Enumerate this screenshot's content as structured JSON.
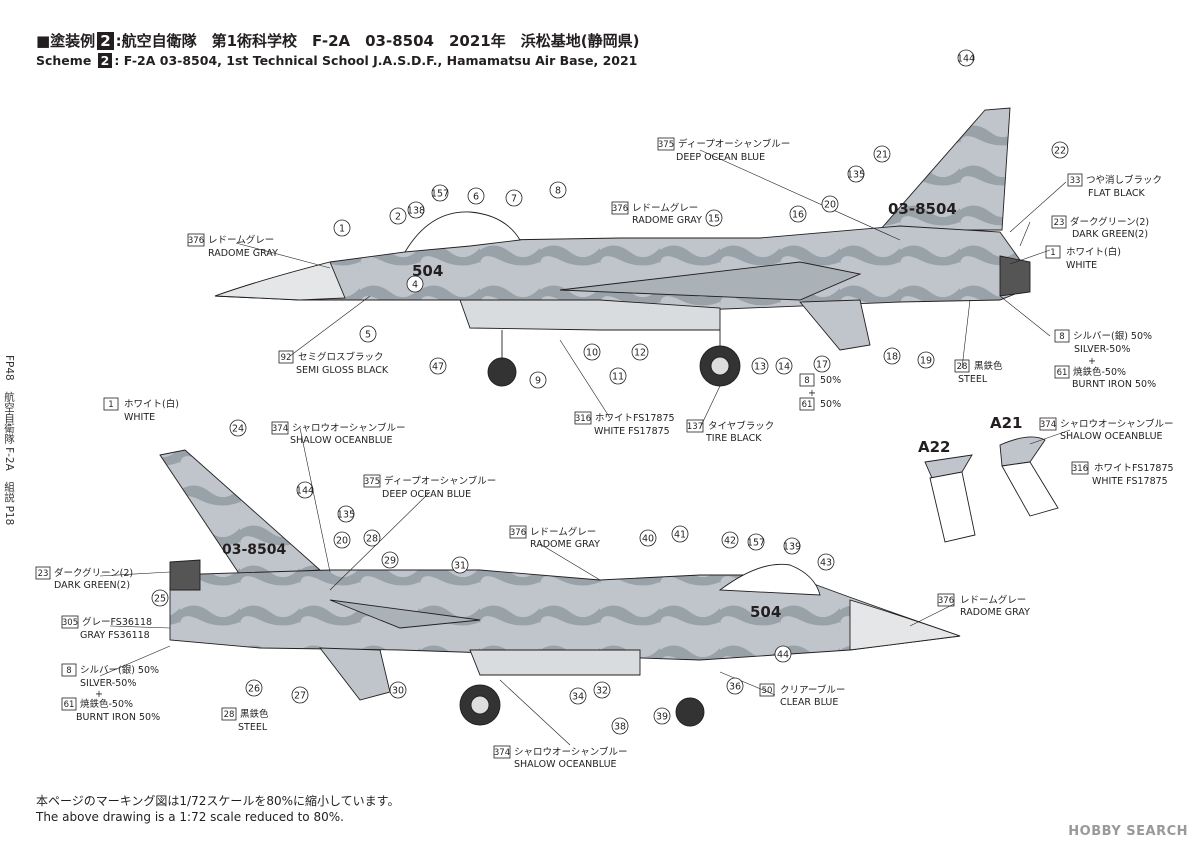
{
  "header": {
    "jp_prefix": "■塗装例",
    "scheme_num": "2",
    "jp_title": ":航空自衛隊　第1術科学校　F-2A　03-8504　2021年　浜松基地(静岡県)",
    "en_prefix": "Scheme",
    "en_title": ": F-2A 03-8504, 1st Technical School J.A.S.D.F., Hamamatsu Air Base, 2021"
  },
  "side_text": "FP48　航空自衛隊 F-2A　組説 P18",
  "footer": {
    "jp": "本ページのマーキング図は1/72スケールを80%に縮小しています。",
    "en": "The above drawing is a 1:72 scale reduced to 80%."
  },
  "brand": "HOBBY SEARCH",
  "aircraft": {
    "serial": "03-8504",
    "nose_number": "504"
  },
  "callouts": {
    "radome_gray": {
      "code": "376",
      "jp": "レドームグレー",
      "en": "RADOME GRAY"
    },
    "semi_gloss_black": {
      "code": "92",
      "jp": "セミグロスブラック",
      "en": "SEMI GLOSS BLACK"
    },
    "deep_ocean_blue": {
      "code": "375",
      "jp": "ディープオーシャンブルー",
      "en": "DEEP OCEAN BLUE"
    },
    "flat_black": {
      "code": "33",
      "jp": "つや消しブラック",
      "en": "FLAT BLACK"
    },
    "dark_green": {
      "code": "23",
      "jp": "ダークグリーン(2)",
      "en": "DARK GREEN(2)"
    },
    "white": {
      "code": "1",
      "jp": "ホワイト(白)",
      "en": "WHITE"
    },
    "white_fs": {
      "code": "316",
      "jp": "ホワイトFS17875",
      "en": "WHITE FS17875"
    },
    "tire_black": {
      "code": "137",
      "jp": "タイヤブラック",
      "en": "TIRE BLACK"
    },
    "steel": {
      "code": "28",
      "jp": "黒鉄色",
      "en": "STEEL"
    },
    "silver": {
      "code": "8",
      "jp": "シルバー(銀) 50%",
      "en": "SILVER-50%"
    },
    "burnt_iron": {
      "code": "61",
      "jp": "焼鉄色-50%",
      "en": "BURNT IRON 50%"
    },
    "shalow_ocean_blue": {
      "code": "374",
      "jp": "シャロウオーシャンブルー",
      "en": "SHALOW OCEANBLUE"
    },
    "gray_fs": {
      "code": "305",
      "jp": "グレーFS36118",
      "en": "GRAY FS36118"
    },
    "clear_blue": {
      "code": "50",
      "jp": "クリアーブルー",
      "en": "CLEAR BLUE"
    },
    "mix_pct_a": "50%",
    "mix_pct_b": "50%",
    "plus": "+"
  },
  "parts": {
    "a22": "A22",
    "a21": "A21"
  },
  "markers": {
    "top": [
      "1",
      "2",
      "4",
      "5",
      "6",
      "7",
      "8",
      "9",
      "10",
      "11",
      "12",
      "13",
      "14",
      "15",
      "16",
      "17",
      "18",
      "19",
      "20",
      "21",
      "22",
      "47",
      "135",
      "138",
      "144",
      "157"
    ],
    "bottom": [
      "24",
      "25",
      "26",
      "27",
      "29",
      "30",
      "31",
      "32",
      "34",
      "36",
      "38",
      "39",
      "40",
      "41",
      "42",
      "43",
      "44",
      "139",
      "144",
      "135",
      "157",
      "20",
      "28"
    ]
  },
  "colors": {
    "ocean_light": "#bfc5ca",
    "ocean_dark": "#9aa2a9",
    "radome": "#e4e6e8",
    "line": "#231f20"
  }
}
